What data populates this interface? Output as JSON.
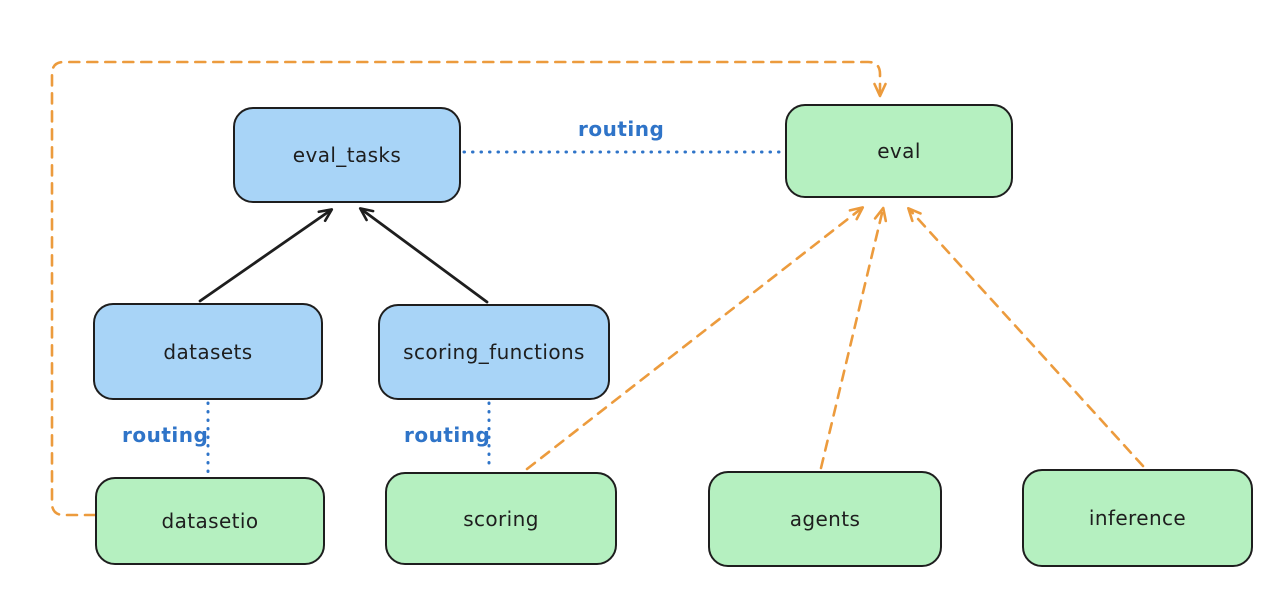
{
  "diagram": {
    "background": "#ffffff",
    "nodes": [
      {
        "id": "eval_tasks",
        "label": "eval_tasks",
        "color": "blue"
      },
      {
        "id": "eval",
        "label": "eval",
        "color": "green"
      },
      {
        "id": "datasets",
        "label": "datasets",
        "color": "blue"
      },
      {
        "id": "scoring_functions",
        "label": "scoring_functions",
        "color": "blue"
      },
      {
        "id": "datasetio",
        "label": "datasetio",
        "color": "green"
      },
      {
        "id": "scoring",
        "label": "scoring",
        "color": "green"
      },
      {
        "id": "agents",
        "label": "agents",
        "color": "green"
      },
      {
        "id": "inference",
        "label": "inference",
        "color": "green"
      }
    ],
    "edges": [
      {
        "from": "datasets",
        "to": "eval_tasks",
        "style": "solid",
        "color": "black",
        "arrow": true,
        "label": ""
      },
      {
        "from": "scoring_functions",
        "to": "eval_tasks",
        "style": "solid",
        "color": "black",
        "arrow": true,
        "label": ""
      },
      {
        "from": "eval_tasks",
        "to": "eval",
        "style": "dotted",
        "color": "blue",
        "arrow": false,
        "label": "routing"
      },
      {
        "from": "datasets",
        "to": "datasetio",
        "style": "dotted",
        "color": "blue",
        "arrow": false,
        "label": "routing"
      },
      {
        "from": "scoring_functions",
        "to": "scoring",
        "style": "dotted",
        "color": "blue",
        "arrow": false,
        "label": "routing"
      },
      {
        "from": "datasetio",
        "to": "eval",
        "style": "dashed",
        "color": "orange",
        "arrow": true,
        "label": "",
        "route": "around-left-and-top"
      },
      {
        "from": "scoring",
        "to": "eval",
        "style": "dashed",
        "color": "orange",
        "arrow": true,
        "label": ""
      },
      {
        "from": "agents",
        "to": "eval",
        "style": "dashed",
        "color": "orange",
        "arrow": true,
        "label": ""
      },
      {
        "from": "inference",
        "to": "eval",
        "style": "dashed",
        "color": "orange",
        "arrow": true,
        "label": ""
      }
    ],
    "labels": {
      "routing_top": "routing",
      "routing_left": "routing",
      "routing_mid": "routing"
    },
    "colors": {
      "blue_fill": "#a8d4f7",
      "green_fill": "#b5f0c0",
      "stroke": "#1e1e1e",
      "orange_line": "#ec9b3d",
      "blue_line": "#2f74c8"
    }
  }
}
